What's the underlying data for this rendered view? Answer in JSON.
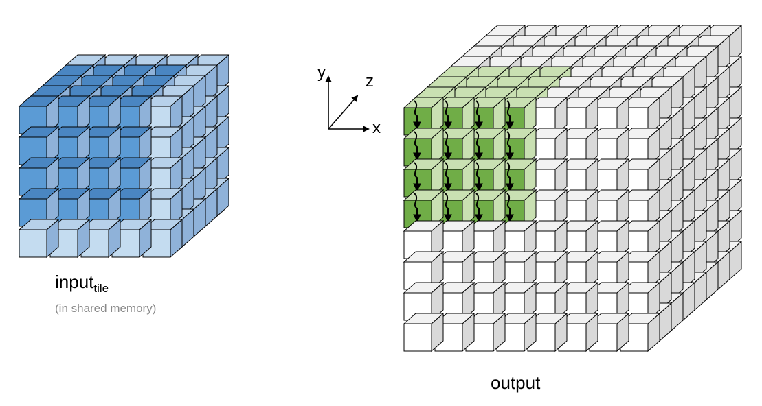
{
  "input": {
    "label_main": "input",
    "label_sub": "tile",
    "note": "(in shared memory)",
    "grid": {
      "cols": 5,
      "rows": 5,
      "depth": 5
    },
    "active_block": {
      "cols": 4,
      "rows": 4,
      "depth": 4
    },
    "colors": {
      "active_front": "#5b9bd5",
      "active_top": "#4a86c2",
      "halo_front": "#c4dcf0",
      "halo_top": "#b7d1ea",
      "side": "#8fb2d9"
    }
  },
  "output": {
    "label": "output",
    "grid": {
      "cols": 8,
      "rows": 8,
      "depth": 8
    },
    "active_block": {
      "cols": 4,
      "rows": 4,
      "depth": 4
    },
    "colors": {
      "active_front": "#70ad47",
      "active_top_back": "#c9e0b2",
      "cube_front": "#ffffff",
      "cube_side": "#d9d9d9",
      "cube_top": "#f2f2f2"
    }
  },
  "axes": {
    "x": "x",
    "y": "y",
    "z": "z"
  }
}
